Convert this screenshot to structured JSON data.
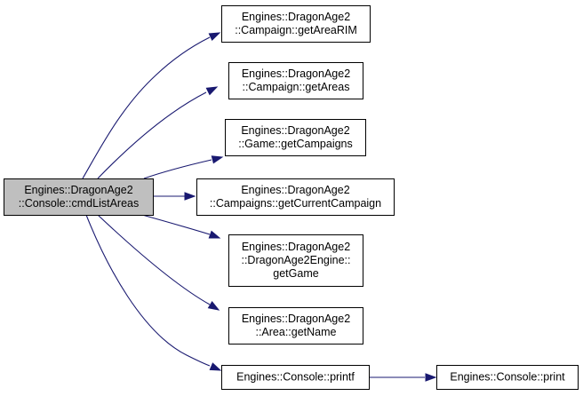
{
  "colors": {
    "edge": "#191970",
    "root_fill": "#bfbfbf",
    "node_fill": "#ffffff",
    "border": "#000000"
  },
  "nodes": [
    {
      "id": "root",
      "lines": [
        "Engines::DragonAge2",
        "::Console::cmdListAreas"
      ],
      "highlighted": true
    },
    {
      "id": "n1",
      "lines": [
        "Engines::DragonAge2",
        "::Campaign::getAreaRIM"
      ]
    },
    {
      "id": "n2",
      "lines": [
        "Engines::DragonAge2",
        "::Campaign::getAreas"
      ]
    },
    {
      "id": "n3",
      "lines": [
        "Engines::DragonAge2",
        "::Game::getCampaigns"
      ]
    },
    {
      "id": "n4",
      "lines": [
        "Engines::DragonAge2",
        "::Campaigns::getCurrentCampaign"
      ]
    },
    {
      "id": "n5",
      "lines": [
        "Engines::DragonAge2",
        "::DragonAge2Engine::",
        "getGame"
      ]
    },
    {
      "id": "n6",
      "lines": [
        "Engines::DragonAge2",
        "::Area::getName"
      ]
    },
    {
      "id": "n7",
      "lines": [
        "Engines::Console::printf"
      ]
    },
    {
      "id": "n8",
      "lines": [
        "Engines::Console::print"
      ]
    }
  ],
  "edges": [
    {
      "from": "root",
      "to": "n1"
    },
    {
      "from": "root",
      "to": "n2"
    },
    {
      "from": "root",
      "to": "n3"
    },
    {
      "from": "root",
      "to": "n4"
    },
    {
      "from": "root",
      "to": "n5"
    },
    {
      "from": "root",
      "to": "n6"
    },
    {
      "from": "root",
      "to": "n7"
    },
    {
      "from": "n7",
      "to": "n8"
    }
  ]
}
